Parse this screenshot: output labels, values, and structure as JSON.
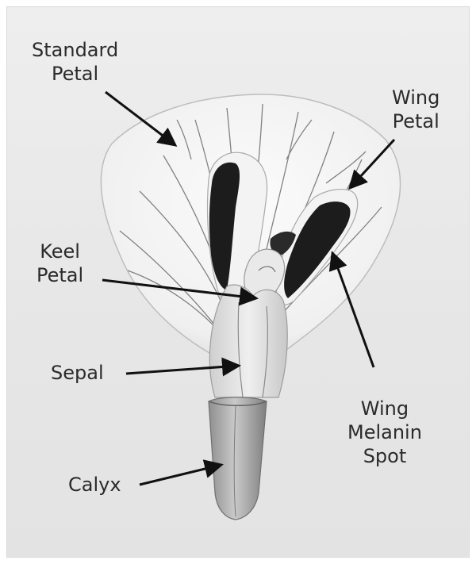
{
  "labels": {
    "standard_petal": [
      "Standard",
      "Petal"
    ],
    "wing_petal": [
      "Wing",
      "Petal"
    ],
    "keel_petal": [
      "Keel",
      "Petal"
    ],
    "sepal": [
      "Sepal"
    ],
    "wing_melanin_spot": [
      "Wing",
      "Melanin",
      "Spot"
    ],
    "calyx": [
      "Calyx"
    ]
  },
  "colors": {
    "background": "#e8e8e8",
    "petal": "#f7f7f7",
    "vein": "#6e6e6e",
    "melanin": "#1c1c1c",
    "arrow": "#111111",
    "text": "#2b2b2b"
  }
}
